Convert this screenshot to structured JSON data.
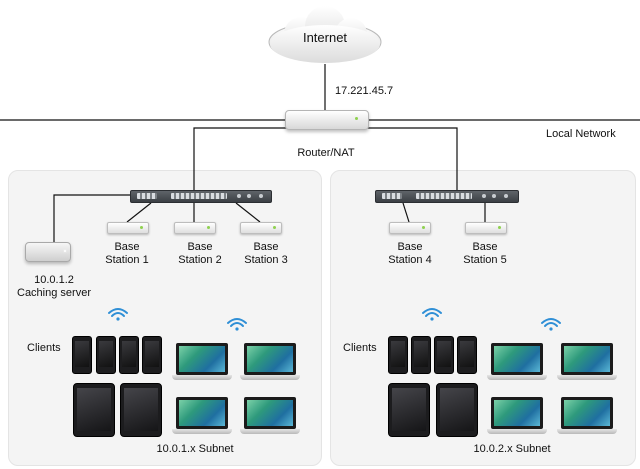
{
  "internet_label": "Internet",
  "wan_ip": "17.221.45.7",
  "local_network_label": "Local Network",
  "router_label": "Router/NAT",
  "caching_server": {
    "ip": "10.0.1.2",
    "label": "Caching server"
  },
  "subnet1": {
    "base_stations": [
      {
        "line1": "Base",
        "line2": "Station 1"
      },
      {
        "line1": "Base",
        "line2": "Station 2"
      },
      {
        "line1": "Base",
        "line2": "Station 3"
      }
    ],
    "clients_label": "Clients",
    "subnet_label": "10.0.1.x Subnet"
  },
  "subnet2": {
    "base_stations": [
      {
        "line1": "Base",
        "line2": "Station 4"
      },
      {
        "line1": "Base",
        "line2": "Station 5"
      }
    ],
    "clients_label": "Clients",
    "subnet_label": "10.0.2.x Subnet"
  },
  "colors": {
    "line": "#111111",
    "wifi": "#2f8fd6",
    "panel": "#f4f4f4"
  },
  "icons": [
    "cloud-icon",
    "router-icon",
    "switch-icon",
    "base-station-icon",
    "mac-mini-icon",
    "wifi-icon",
    "iphone-icon",
    "ipad-icon",
    "laptop-icon"
  ]
}
